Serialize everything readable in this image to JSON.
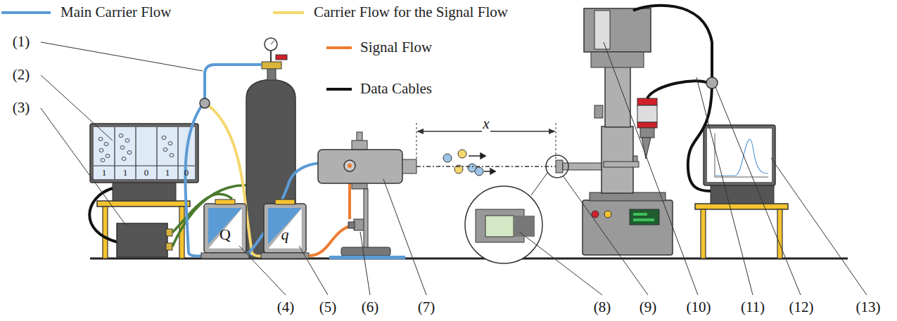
{
  "diagram": {
    "labels": [
      "(1)",
      "(2)",
      "(3)",
      "(4)",
      "(5)",
      "(6)",
      "(7)",
      "(8)",
      "(9)",
      "(10)",
      "(11)",
      "(12)",
      "(13)",
      "x",
      "Q",
      "q",
      "1",
      "1",
      "0",
      "1",
      "0"
    ],
    "legend": [
      {
        "text": "Main Carrier Flow"
      },
      {
        "text": "Carrier Flow for the Signal Flow"
      },
      {
        "text": "Signal Flow"
      },
      {
        "text": "Data Cables"
      }
    ]
  }
}
